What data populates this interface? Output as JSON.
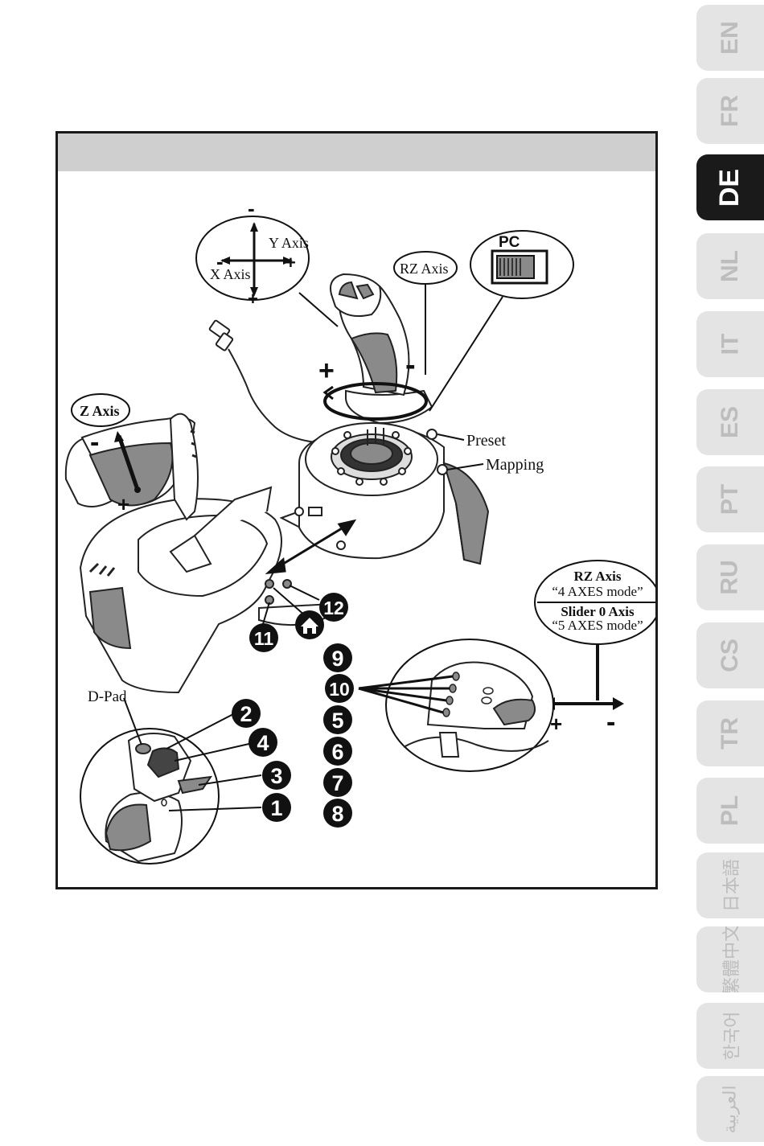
{
  "labels": {
    "y_axis": "Y Axis",
    "x_axis": "X Axis",
    "rz_axis": "RZ Axis",
    "pc": "PC",
    "z_axis": "Z Axis",
    "preset": "Preset",
    "mapping": "Mapping",
    "rz_axis_box": "RZ Axis",
    "four_axes_mode": "“4 AXES mode”",
    "slider_axis": "Slider 0 Axis",
    "five_axes_mode": "“5 AXES mode”",
    "dpad": "D-Pad"
  },
  "signs": {
    "plus": "+",
    "minus": "-"
  },
  "numbers": {
    "n1": "1",
    "n2": "2",
    "n3": "3",
    "n4": "4",
    "n5": "5",
    "n6": "6",
    "n7": "7",
    "n8": "8",
    "n9": "9",
    "n10": "10",
    "n11": "11",
    "n12": "12"
  },
  "tabs": [
    {
      "label": "EN",
      "active": false
    },
    {
      "label": "FR",
      "active": false
    },
    {
      "label": "DE",
      "active": true
    },
    {
      "label": "NL",
      "active": false
    },
    {
      "label": "IT",
      "active": false
    },
    {
      "label": "ES",
      "active": false
    },
    {
      "label": "PT",
      "active": false
    },
    {
      "label": "RU",
      "active": false
    },
    {
      "label": "CS",
      "active": false
    },
    {
      "label": "TR",
      "active": false
    },
    {
      "label": "PL",
      "active": false
    },
    {
      "label": "日本語",
      "active": false
    },
    {
      "label": "繁體中文",
      "active": false
    },
    {
      "label": "한국어",
      "active": false
    },
    {
      "label": "العربية",
      "active": false
    }
  ],
  "colors": {
    "accent_gray": "#8a8a8a",
    "tab_active": "#1a1a1a",
    "tab_inactive": "#e4e4e4"
  }
}
